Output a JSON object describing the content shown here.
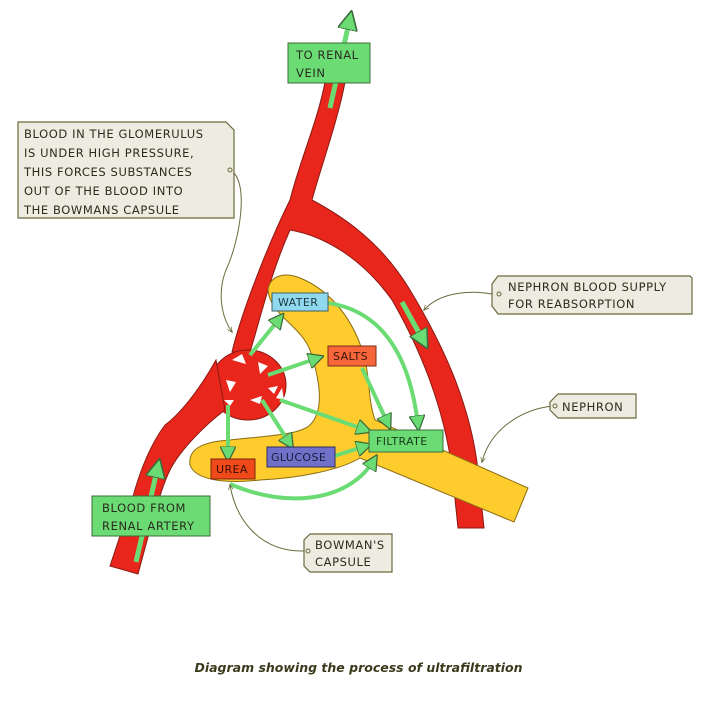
{
  "colors": {
    "blood": "#e8261c",
    "nephron": "#ffcc2e",
    "arrow": "#6bdc74",
    "callout_bg": "#ecece0",
    "callout_border": "#6b6a3e",
    "water_box": "#8fd8ee",
    "salts_box": "#f7663a",
    "urea_box": "#f04a1a",
    "glucose_box": "#7070c8",
    "filtrate_box": "#6bdc74",
    "sign_box": "#6bdc74"
  },
  "signs": {
    "renal_vein": [
      "TO  RENAL",
      "VEIN"
    ],
    "renal_artery": [
      "BLOOD  FROM",
      "RENAL  ARTERY"
    ]
  },
  "callouts": {
    "glomerulus": [
      "BLOOD  IN  THE  GLOMERULUS",
      "IS  UNDER  HIGH  PRESSURE,",
      "THIS  FORCES  SUBSTANCES",
      "OUT  OF  THE  BLOOD  INTO",
      "THE  BOWMANS  CAPSULE"
    ],
    "blood_supply": [
      "NEPHRON   BLOOD  SUPPLY",
      "FOR   REABSORPTION"
    ],
    "nephron": [
      "NEPHRON"
    ],
    "bowmans": [
      "BOWMAN'S",
      "CAPSULE"
    ]
  },
  "substances": {
    "water": "WATER",
    "salts": "SALTS",
    "glucose": "GLUCOSE",
    "urea": "UREA",
    "filtrate": "FILTRATE"
  },
  "caption": "Diagram showing the process of ultrafiltration"
}
